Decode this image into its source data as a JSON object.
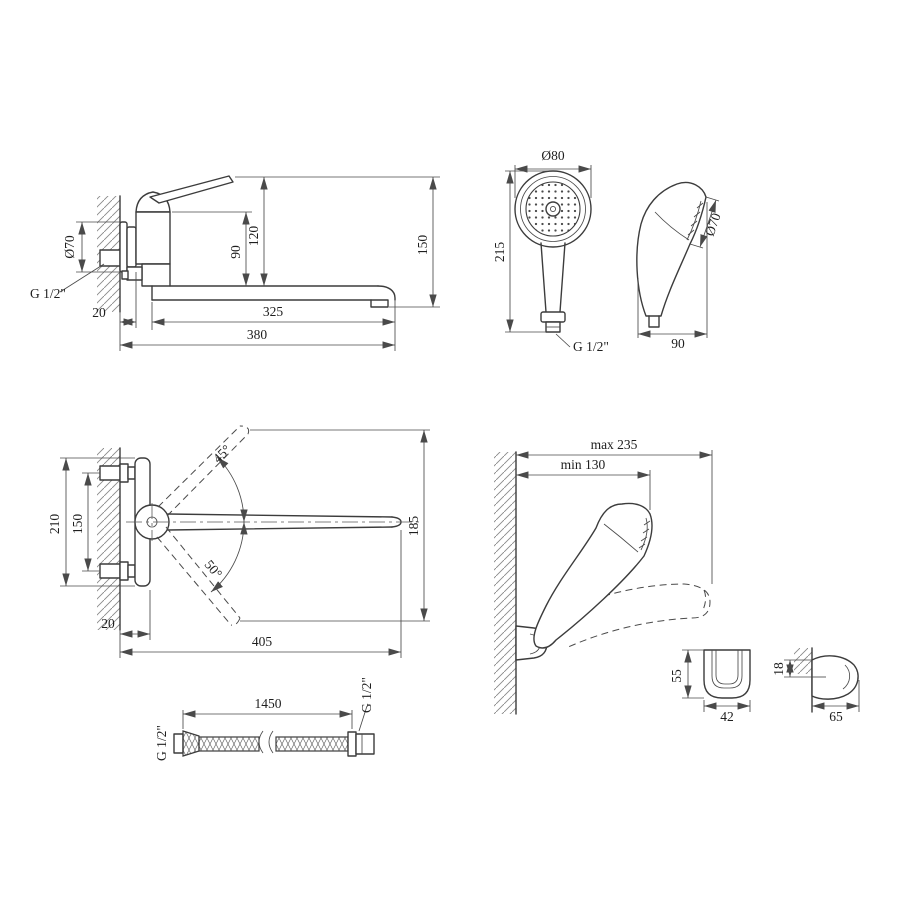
{
  "sheet": {
    "type": "technical-dimension-drawing",
    "subject": "wall-mounted bath mixer with long swivel spout, hand shower, wall bracket and hose",
    "ink_color": "#3c3c3c",
    "dimension_color": "#4a4a4a",
    "background": "#ffffff"
  },
  "views": {
    "mixer_side": {
      "title": "mixer side view",
      "dims": {
        "flange_dia": "Ø70",
        "thread": "G 1/2\"",
        "height_90": "90",
        "height_120": "120",
        "height_150": "150",
        "offset_20": "20",
        "spout_325": "325",
        "total_380": "380"
      }
    },
    "handshower_front": {
      "title": "hand shower front view",
      "dims": {
        "head_dia": "Ø80",
        "length_215": "215",
        "thread": "G 1/2\""
      }
    },
    "handshower_side": {
      "title": "hand shower side view",
      "dims": {
        "face_dia": "Ø70",
        "depth_90": "90"
      }
    },
    "mixer_top": {
      "title": "mixer plan view with spout swing",
      "dims": {
        "span_210": "210",
        "centers_150": "150",
        "swing_up": "45°",
        "swing_down": "50°",
        "reach_185": "185",
        "offset_20": "20",
        "total_405": "405"
      }
    },
    "holder_wall": {
      "title": "hand shower in wall holder",
      "dims": {
        "max_reach": "max 235",
        "min_reach": "min 130"
      }
    },
    "bracket_front": {
      "title": "wall bracket front view",
      "dims": {
        "height_55": "55",
        "width_42": "42"
      }
    },
    "bracket_side": {
      "title": "wall bracket side view",
      "dims": {
        "depth_18": "18",
        "length_65": "65"
      }
    },
    "hose": {
      "title": "shower hose",
      "dims": {
        "thread_left": "G 1/2\"",
        "length_1450": "1450",
        "thread_right": "G 1/2\""
      }
    }
  }
}
